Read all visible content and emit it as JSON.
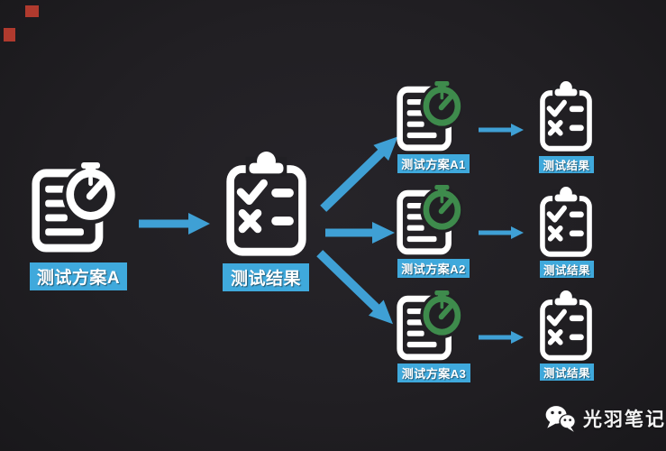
{
  "diagram": {
    "stage1": {
      "label": "测试方案A",
      "icon": "test-plan-stopwatch-icon"
    },
    "stage2": {
      "label": "测试结果",
      "icon": "result-clipboard-icon"
    },
    "branches": [
      {
        "plan_label": "测试方案A1",
        "result_label": "测试结果"
      },
      {
        "plan_label": "测试方案A2",
        "result_label": "测试结果"
      },
      {
        "plan_label": "测试方案A3",
        "result_label": "测试结果"
      }
    ]
  },
  "footer": {
    "brand": "光羽笔记",
    "logo": "wechat-icon"
  },
  "colors": {
    "background": "#212024",
    "arrow_cyan": "#3fa0d5",
    "label_bg": "#3fa9dc",
    "stopwatch_green": "#3e8b4c",
    "icon_white": "#ffffff",
    "red_mark": "#b03a2e"
  }
}
